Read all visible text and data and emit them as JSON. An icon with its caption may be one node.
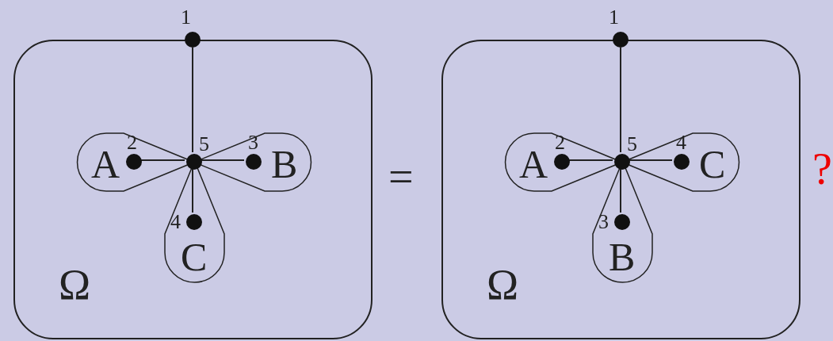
{
  "diagram": {
    "nodes": [
      {
        "text": [
          "Ω"
        ]
      },
      {
        "text": [],
        "shape": "circle",
        "beside": [
          "1"
        ]
      },
      {
        "text": [
          "A"
        ],
        "in": 0
      },
      {
        "text": [],
        "shape": "circle",
        "beside": [
          "2"
        ],
        "in": 2
      },
      {
        "text": [
          "B"
        ],
        "in": 0
      },
      {
        "text": [],
        "shape": "circle",
        "beside": [
          "3"
        ],
        "in": 4
      },
      {
        "text": [
          "C"
        ],
        "in": 0
      },
      {
        "text": [],
        "shape": "circle",
        "beside": [
          "4"
        ],
        "in": 6
      },
      {
        "text": [],
        "shape": "circle",
        "beside": [
          "5"
        ],
        "in": 0
      },
      {
        "text": [
          "Ω"
        ]
      },
      {
        "text": [],
        "shape": "circle",
        "beside": [
          "1"
        ]
      },
      {
        "text": [
          "A"
        ],
        "in": 9
      },
      {
        "text": [],
        "shape": "circle",
        "beside": [
          "2"
        ],
        "in": 11
      },
      {
        "text": [
          "C"
        ],
        "in": 9
      },
      {
        "text": [],
        "shape": "circle",
        "beside": [
          "4"
        ],
        "in": 13
      },
      {
        "text": [
          "B"
        ],
        "in": 9
      },
      {
        "text": [],
        "shape": "circle",
        "beside": [
          "3"
        ],
        "in": 15
      },
      {
        "text": [],
        "shape": "circle",
        "beside": [
          "5"
        ],
        "in": 9
      }
    ],
    "edges": [
      {
        "from": 8,
        "to": 1,
        "arrow": "none"
      },
      {
        "from": 8,
        "to": 3,
        "arrow": "none"
      },
      {
        "from": 8,
        "to": 5,
        "arrow": "none"
      },
      {
        "from": 8,
        "to": 7,
        "arrow": "none"
      },
      {
        "from": 17,
        "to": 10,
        "arrow": "none"
      },
      {
        "from": 17,
        "to": 12,
        "arrow": "none"
      },
      {
        "from": 17,
        "to": 14,
        "arrow": "none"
      },
      {
        "from": 17,
        "to": 16,
        "arrow": "none"
      }
    ],
    "labels": [
      "=",
      "?"
    ]
  }
}
